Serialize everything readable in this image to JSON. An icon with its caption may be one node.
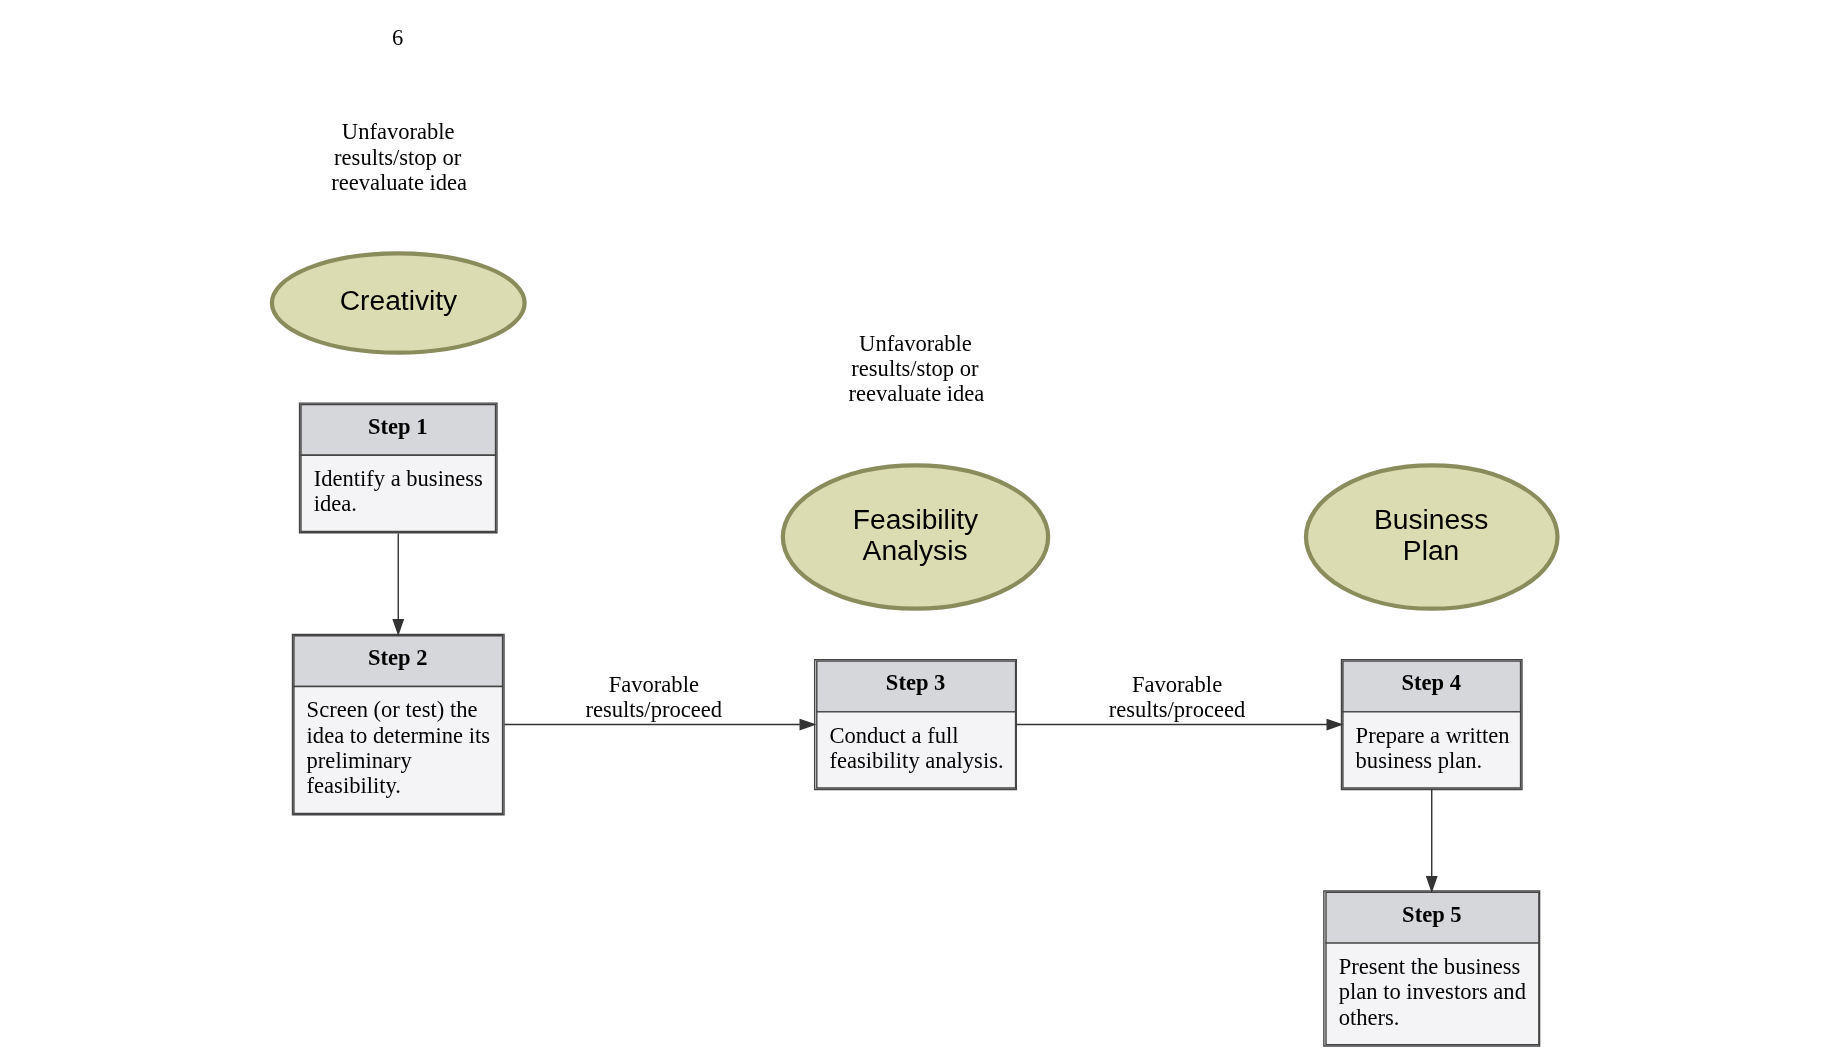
{
  "diagram": {
    "nodes": [
      {
        "text": [
          "Step 1",
          "Identify a business idea."
        ]
      },
      {
        "text": [
          "Creativity"
        ]
      },
      {
        "text": [
          "Step 2",
          "Screen (or test) the idea to determine its preliminary feasibility."
        ]
      },
      {
        "text": [
          "Step 3",
          "Conduct a full feasibility analysis."
        ]
      },
      {
        "text": [
          "Feasibility Analysis"
        ]
      },
      {
        "text": [
          "Step 4",
          "Prepare a written business plan."
        ]
      },
      {
        "text": [
          "Business Plan"
        ]
      },
      {
        "text": [
          "Step 5",
          "Present the business plan to investors and others."
        ]
      }
    ],
    "edges": [
      {
        "from": 0,
        "to": 2,
        "arrow": "to"
      },
      {
        "from": 2,
        "to": 3,
        "label": "Favorable results/proceed",
        "arrow": "to"
      },
      {
        "from": 3,
        "to": 5,
        "label": "Favorable results/proceed",
        "arrow": "to"
      },
      {
        "from": 5,
        "to": 7,
        "arrow": "to"
      }
    ],
    "labels": [
      "Unfavorable results/stop or reevaluate idea",
      "Unfavorable results/stop or reevaluate idea",
      "6"
    ]
  }
}
